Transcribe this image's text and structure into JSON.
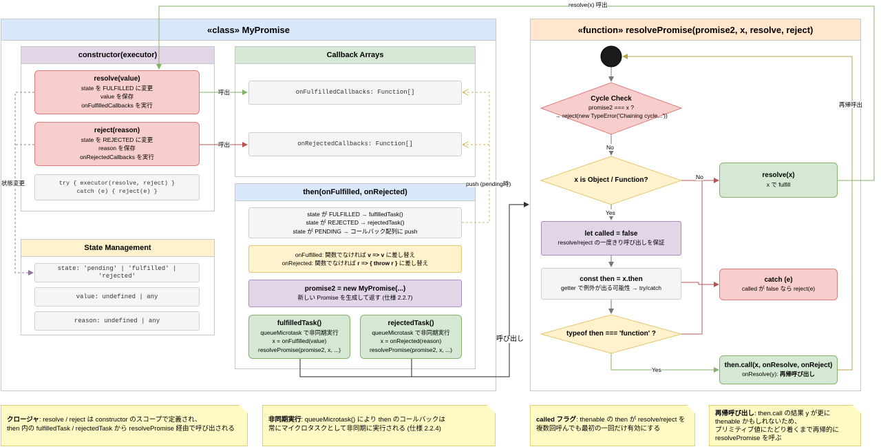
{
  "my_promise": {
    "title": "«class» MyPromise",
    "constructor": {
      "title": "constructor(executor)",
      "resolve": {
        "title": "resolve(value)",
        "lines": [
          "state を FULFILLED に変更",
          "value を保存",
          "onFulfilledCallbacks を実行"
        ]
      },
      "reject": {
        "title": "reject(reason)",
        "lines": [
          "state を REJECTED に変更",
          "reason を保存",
          "onRejectedCallbacks を実行"
        ]
      },
      "try_lines": [
        "try { executor(resolve, reject) }",
        "catch (e) { reject(e) }"
      ]
    },
    "state_management": {
      "title": "State Management",
      "state_lines": [
        "state: 'pending' | 'fulfilled' |",
        "'rejected'"
      ],
      "value": "value: undefined | any",
      "reason": "reason: undefined | any"
    },
    "callback_arrays": {
      "title": "Callback Arrays",
      "on_fulfilled": "onFulfilledCallbacks: Function[]",
      "on_rejected": "onRejectedCallbacks: Function[]"
    },
    "then": {
      "title": "then(onFulfilled, onRejected)",
      "state_lines": [
        "state が FULFILLED → fulfilledTask()",
        "state が REJECTED → rejectedTask()",
        "state が PENDING → コールバック配列に push"
      ],
      "replace_line1": {
        "a": "onFulfilled: 関数でなければ ",
        "b": "v => v",
        "c": " に差し替え"
      },
      "replace_line2": {
        "a": "onRejected: 関数でなければ ",
        "b": "r => { throw r }",
        "c": " に差し替え"
      },
      "promise2": {
        "title": "promise2 = new MyPromise(...)",
        "line": "新しい Promise を生成して返す (仕様 2.2.7)"
      },
      "fulfilled_task": {
        "title": "fulfilledTask()",
        "lines": [
          "queueMicrotask で非同期実行",
          "x = onFulfilled(value)",
          "resolvePromise(promise2, x, ...)"
        ]
      },
      "rejected_task": {
        "title": "rejectedTask()",
        "lines": [
          "queueMicrotask で非同期実行",
          "x = onRejected(reason)",
          "resolvePromise(promise2, x, ...)"
        ]
      }
    }
  },
  "resolve_promise": {
    "title": "«function» resolvePromise(promise2, x, resolve, reject)",
    "cycle_check": {
      "title": "Cycle Check",
      "lines": [
        "promise2 === x ?",
        "→ reject(new TypeError('Chaining cycle...'))"
      ]
    },
    "is_object": "x is Object / Function?",
    "let_called": {
      "title": "let called = false",
      "line": "resolve/reject の一度きり呼び出しを保証"
    },
    "const_then": {
      "title": "const then = x.then",
      "line": "getter で例外が出る可能性 → try/catch"
    },
    "typeof_then": "typeof then === 'function' ?",
    "resolve_x": {
      "title": "resolve(x)",
      "line": "x で fulfill"
    },
    "catch_e": {
      "title": "catch (e)",
      "line": "called が false なら reject(e)"
    },
    "then_call": {
      "title": "then.call(x, onResolve, onReject)",
      "line_a": "onResolve(y): ",
      "line_b": "再帰呼び出し"
    }
  },
  "edge_labels": {
    "resolve_call": "resolve(x) 呼出",
    "call1": "呼出",
    "call2": "呼出",
    "state_change": "状態変更",
    "push_pending": "push (pending時)",
    "invoke": "呼び出し",
    "recursive": "再帰呼出",
    "no": "No",
    "no2": "No",
    "yes": "Yes",
    "yes2": "Yes"
  },
  "notes": [
    {
      "bold": "クロージャ",
      "rest": ": resolve / reject は constructor のスコープで定義され、",
      "line2": "then 内の fulfilledTask / rejectedTask から resolvePromise 経由で呼び出される"
    },
    {
      "bold": "非同期実行",
      "rest": ": queueMicrotask() により then のコールバックは",
      "line2": "常にマイクロタスクとして非同期に実行される (仕様 2.2.4)"
    },
    {
      "bold": "called フラグ",
      "rest": ": thenable の then が resolve/reject を",
      "line2": "複数回呼んでも最初の一回だけ有効にする"
    },
    {
      "bold": "再帰呼び出し",
      "rest": ": then.call の結果 y が更に",
      "line2": "thenable かもしれないため、",
      "line3": "プリミティブ値にたどり着くまで再帰的に",
      "line4": "resolvePromise を呼ぶ"
    }
  ],
  "colors": {
    "red": "#f8cecc",
    "green": "#d5e8d4",
    "purple": "#e1d5e7",
    "yellow": "#fff2cc",
    "blue_header": "#dae8fc",
    "orange_header": "#ffe6cc"
  }
}
